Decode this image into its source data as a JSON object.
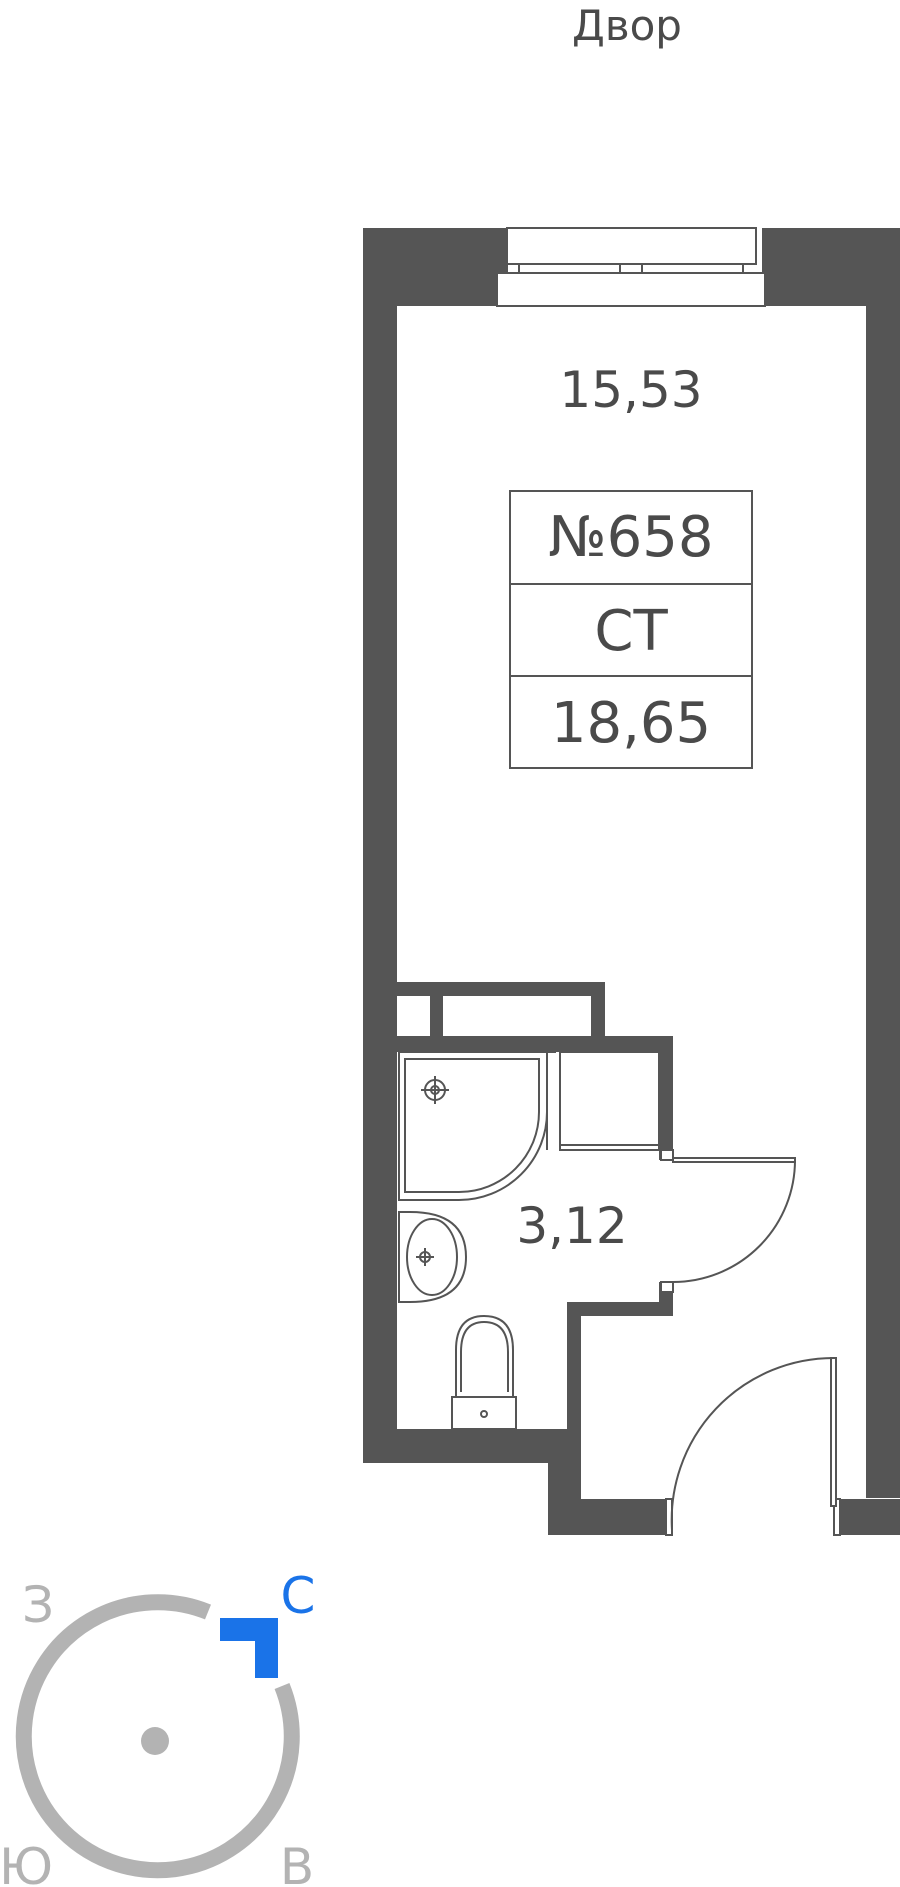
{
  "plan": {
    "orientation_label": "Двор",
    "room_living_area": "15,53",
    "room_bathroom_area": "3,12",
    "apartment": {
      "number": "№658",
      "type": "СТ",
      "total_area": "18,65"
    }
  },
  "compass": {
    "north": "С",
    "west": "З",
    "south": "Ю",
    "east": "В",
    "highlight_color": "#1a73e8",
    "ring_color": "#b3b3b3"
  },
  "colors": {
    "wall": "#555555",
    "text": "#4a4a4a"
  }
}
